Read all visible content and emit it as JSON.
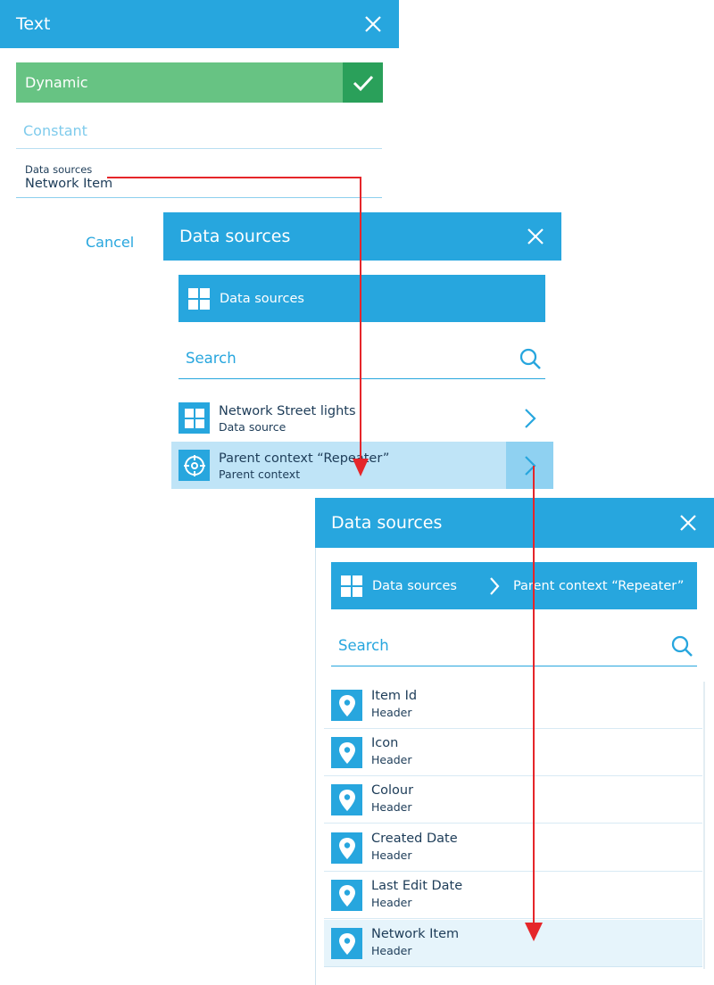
{
  "panel1": {
    "title": "Text",
    "dynamic_label": "Dynamic",
    "constant_label": "Constant",
    "field_label": "Data sources",
    "field_value": "Network Item",
    "cancel_label": "Cancel"
  },
  "panel2": {
    "title": "Data sources",
    "path_label": "Data sources",
    "search_placeholder": "Search",
    "items": [
      {
        "title": "Network Street lights",
        "subtitle": "Data source",
        "icon": "grid-icon"
      },
      {
        "title": "Parent context “Repeater”",
        "subtitle": "Parent context",
        "icon": "target-icon"
      }
    ]
  },
  "panel3": {
    "title": "Data sources",
    "breadcrumb": [
      "Data sources",
      "Parent context “Repeater”"
    ],
    "search_placeholder": "Search",
    "items": [
      {
        "title": "Item Id",
        "subtitle": "Header"
      },
      {
        "title": "Icon",
        "subtitle": "Header"
      },
      {
        "title": "Colour",
        "subtitle": "Header"
      },
      {
        "title": "Created Date",
        "subtitle": "Header"
      },
      {
        "title": "Last Edit Date",
        "subtitle": "Header"
      },
      {
        "title": "Network Item",
        "subtitle": "Header"
      }
    ]
  },
  "colors": {
    "accent": "#27a6de",
    "dynamic_green": "#67c383",
    "check_green": "#2aa05a",
    "selected_row": "#bfe4f7",
    "selected_chevron": "#8fd1f1",
    "arrow_red": "#e5262a"
  },
  "icons": {
    "close": "close-icon",
    "check": "check-icon",
    "grid": "grid-icon",
    "search": "search-icon",
    "chevron": "chevron-right-icon",
    "target": "target-icon",
    "pin": "map-pin-icon"
  }
}
